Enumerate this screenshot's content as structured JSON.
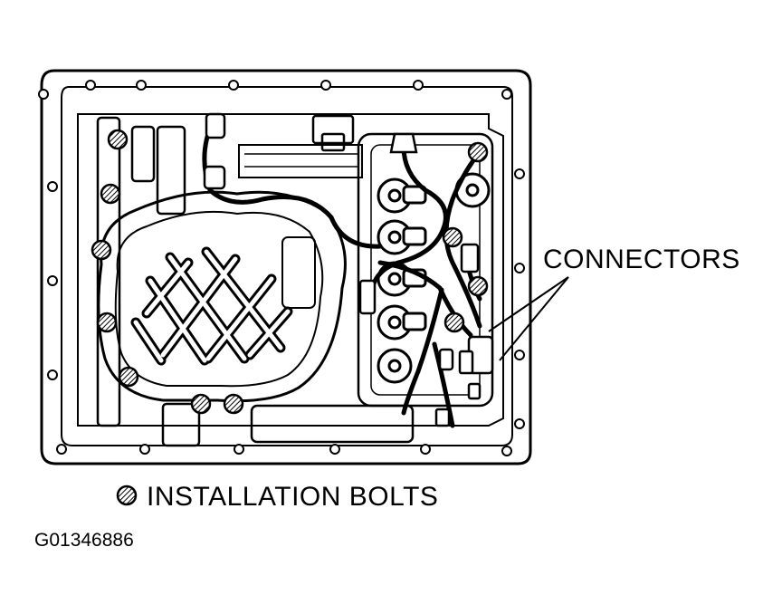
{
  "callout": {
    "label": "CONNECTORS"
  },
  "legend": {
    "symbol": "hatched-bolt-symbol",
    "label": "INSTALLATION BOLTS"
  },
  "figure_id": "G01346886",
  "colors": {
    "ink": "#000000",
    "paper": "#ffffff"
  }
}
